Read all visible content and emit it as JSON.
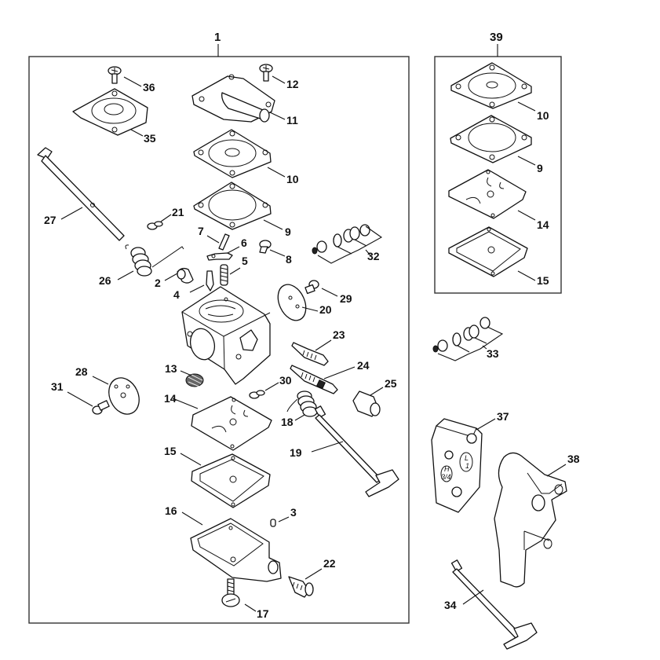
{
  "title": "Carburetor parts diagram",
  "groups": {
    "main_assembly": {
      "label": "1"
    },
    "gasket_kit": {
      "label": "39"
    }
  },
  "callouts": {
    "p2": "2",
    "p3": "3",
    "p4": "4",
    "p5": "5",
    "p6": "6",
    "p7": "7",
    "p8": "8",
    "p9": "9",
    "p10": "10",
    "p11": "11",
    "p12": "12",
    "p13": "13",
    "p14": "14",
    "p15": "15",
    "p16": "16",
    "p17": "17",
    "p18": "18",
    "p19": "19",
    "p20": "20",
    "p21": "21",
    "p22": "22",
    "p23": "23",
    "p24": "24",
    "p25": "25",
    "p26": "26",
    "p27": "27",
    "p28": "28",
    "p29": "29",
    "p30": "30",
    "p31": "31",
    "p32": "32",
    "p33": "33",
    "p34": "34",
    "p35": "35",
    "p36": "36",
    "p37": "37",
    "p38": "38",
    "kit_p10": "10",
    "kit_p9": "9",
    "kit_p14": "14",
    "kit_p15": "15"
  },
  "part_markings": {
    "high": "H",
    "high_turns": "3/4",
    "low": "L",
    "low_turns": "1"
  }
}
